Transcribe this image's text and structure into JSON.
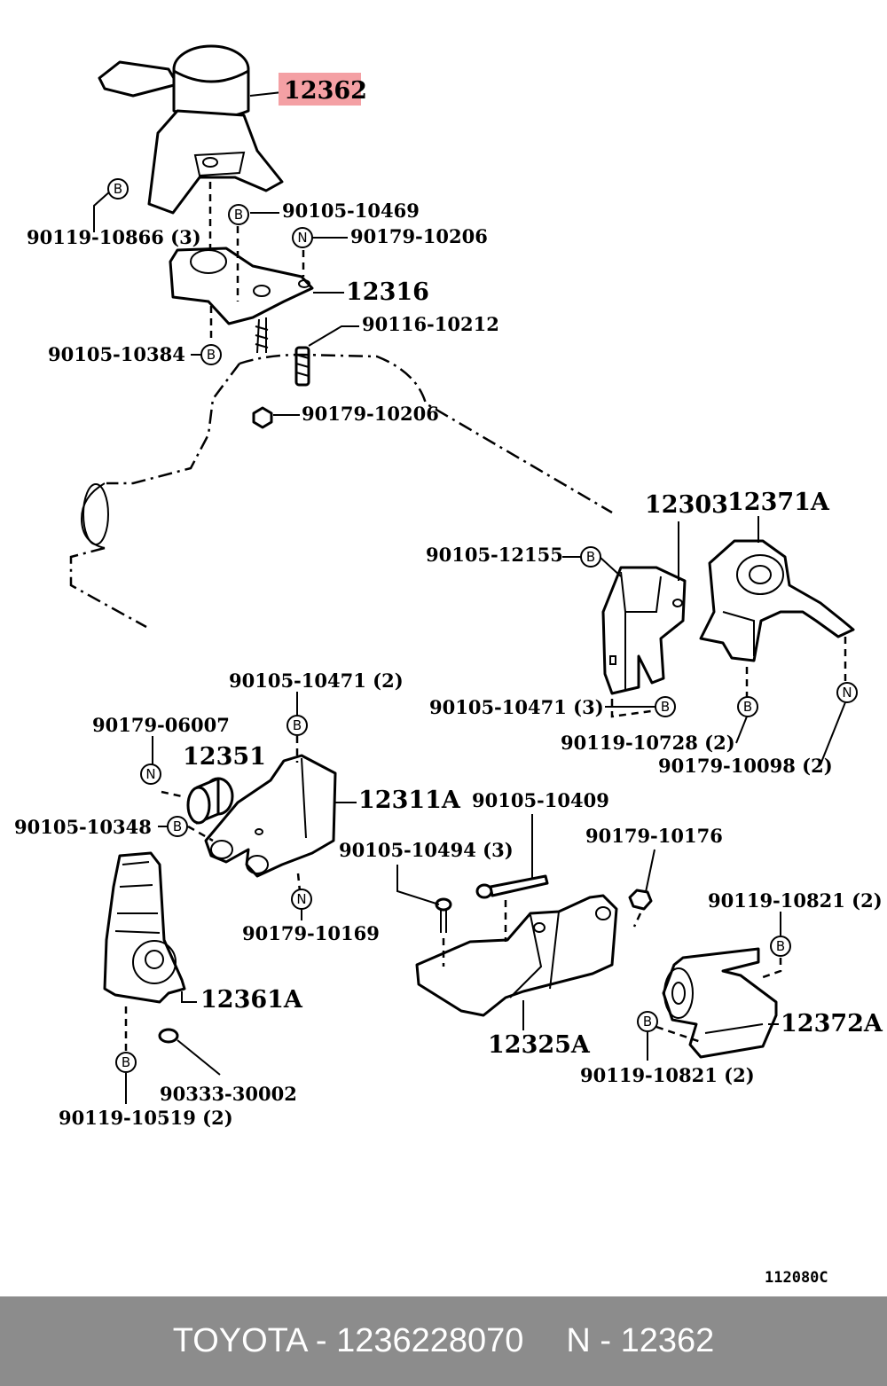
{
  "diagram": {
    "highlight_label": "12362",
    "labels": {
      "p12362": "12362",
      "p90105_10469": "90105-10469",
      "p90119_10866": "90119-10866 (3)",
      "p90179_10206a": "90179-10206",
      "p12316": "12316",
      "p90116_10212": "90116-10212",
      "p90105_10384": "90105-10384",
      "p90179_10206b": "90179-10206",
      "p12303": "12303",
      "p12371A": "12371A",
      "p90105_12155": "90105-12155",
      "p90105_10471_3": "90105-10471 (3)",
      "p90119_10728": "90119-10728 (2)",
      "p90179_10098": "90179-10098 (2)",
      "p90105_10471_2": "90105-10471 (2)",
      "p90179_06007": "90179-06007",
      "p12351": "12351",
      "p12311A": "12311A",
      "p90105_10348": "90105-10348",
      "p90105_10409": "90105-10409",
      "p90179_10176": "90179-10176",
      "p90105_10494": "90105-10494 (3)",
      "p90179_10169": "90179-10169",
      "p90119_10821a": "90119-10821 (2)",
      "p12361A": "12361A",
      "p12372A": "12372A",
      "p12325A": "12325A",
      "p90119_10821b": "90119-10821 (2)",
      "p90333_30002": "90333-30002",
      "p90119_10519": "90119-10519 (2)",
      "ref": "112080C"
    },
    "circle_marks": {
      "b": "B",
      "n": "N"
    }
  },
  "footer": {
    "brand_part": "TOYOTA - 1236228070",
    "ref_part": "N - 12362"
  },
  "colors": {
    "highlight": "#f4a0a4",
    "footer_bg": "#8c8c8c",
    "footer_text": "#ffffff"
  }
}
